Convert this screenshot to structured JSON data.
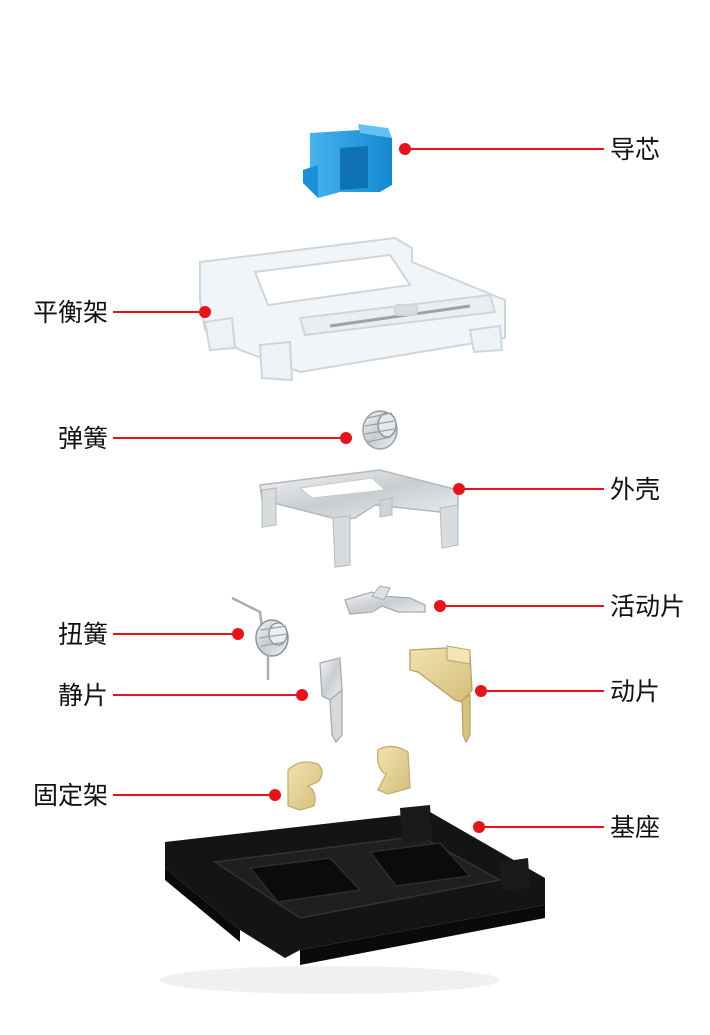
{
  "labels": {
    "guide_core": "导芯",
    "stabilizer": "平衡架",
    "spring": "弹簧",
    "housing": "外壳",
    "active_leaf": "活动片",
    "torsion_spring": "扭簧",
    "moving_leaf": "动片",
    "static_leaf": "静片",
    "fixed_bracket": "固定架",
    "base": "基座"
  },
  "colors": {
    "callout": "#e8121b",
    "guide_core": "#1f9be0",
    "gold": "#e2cf93",
    "base": "#151515",
    "metal": "#d6d8da",
    "clear": "#eef1f3"
  }
}
